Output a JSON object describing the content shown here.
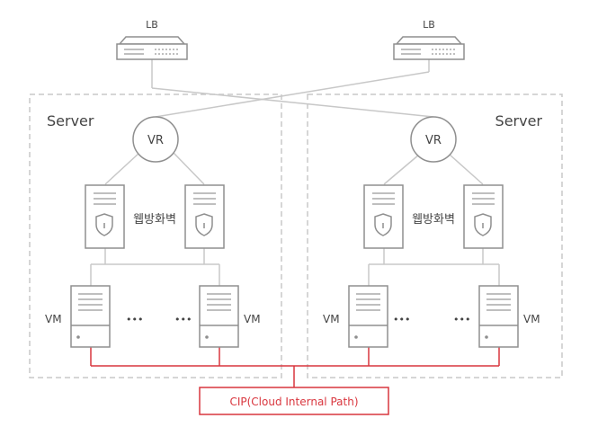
{
  "lb_label": "LB",
  "server_label": "Server",
  "vr_label": "VR",
  "firewall_label": "웹방화벽",
  "vm_label": "VM",
  "ellipsis": "•••",
  "cip_label": "CIP(Cloud Internal Path)",
  "colors": {
    "line": "#c8c8c8",
    "device_stroke": "#8f8f8f",
    "device_fill": "#ffffff",
    "dashed_box": "#c8c8c8",
    "cip": "#d9363e",
    "text": "#444444"
  },
  "icons": [
    "load-balancer-icon",
    "router-icon",
    "firewall-server-icon",
    "shield-icon",
    "vm-server-icon"
  ]
}
